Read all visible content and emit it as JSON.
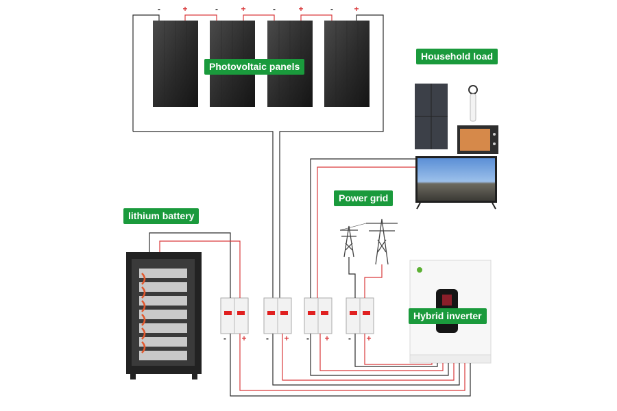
{
  "labels": {
    "pv": "Photovoltaic panels",
    "load": "Household load",
    "grid": "Power grid",
    "battery": "lithium battery",
    "inverter": "Hybrid inverter"
  },
  "polarity": {
    "neg": "-",
    "pos": "+"
  },
  "colors": {
    "label_bg": "#1a9a3c",
    "label_text": "#ffffff",
    "wire_neg": "#2b2b2b",
    "wire_pos": "#d9393b"
  },
  "icons": [
    "solar-panel-icon",
    "refrigerator-icon",
    "hair-dryer-icon",
    "oven-icon",
    "television-icon",
    "power-pylon-icon",
    "battery-rack-icon",
    "circuit-breaker-icon",
    "inverter-icon"
  ]
}
